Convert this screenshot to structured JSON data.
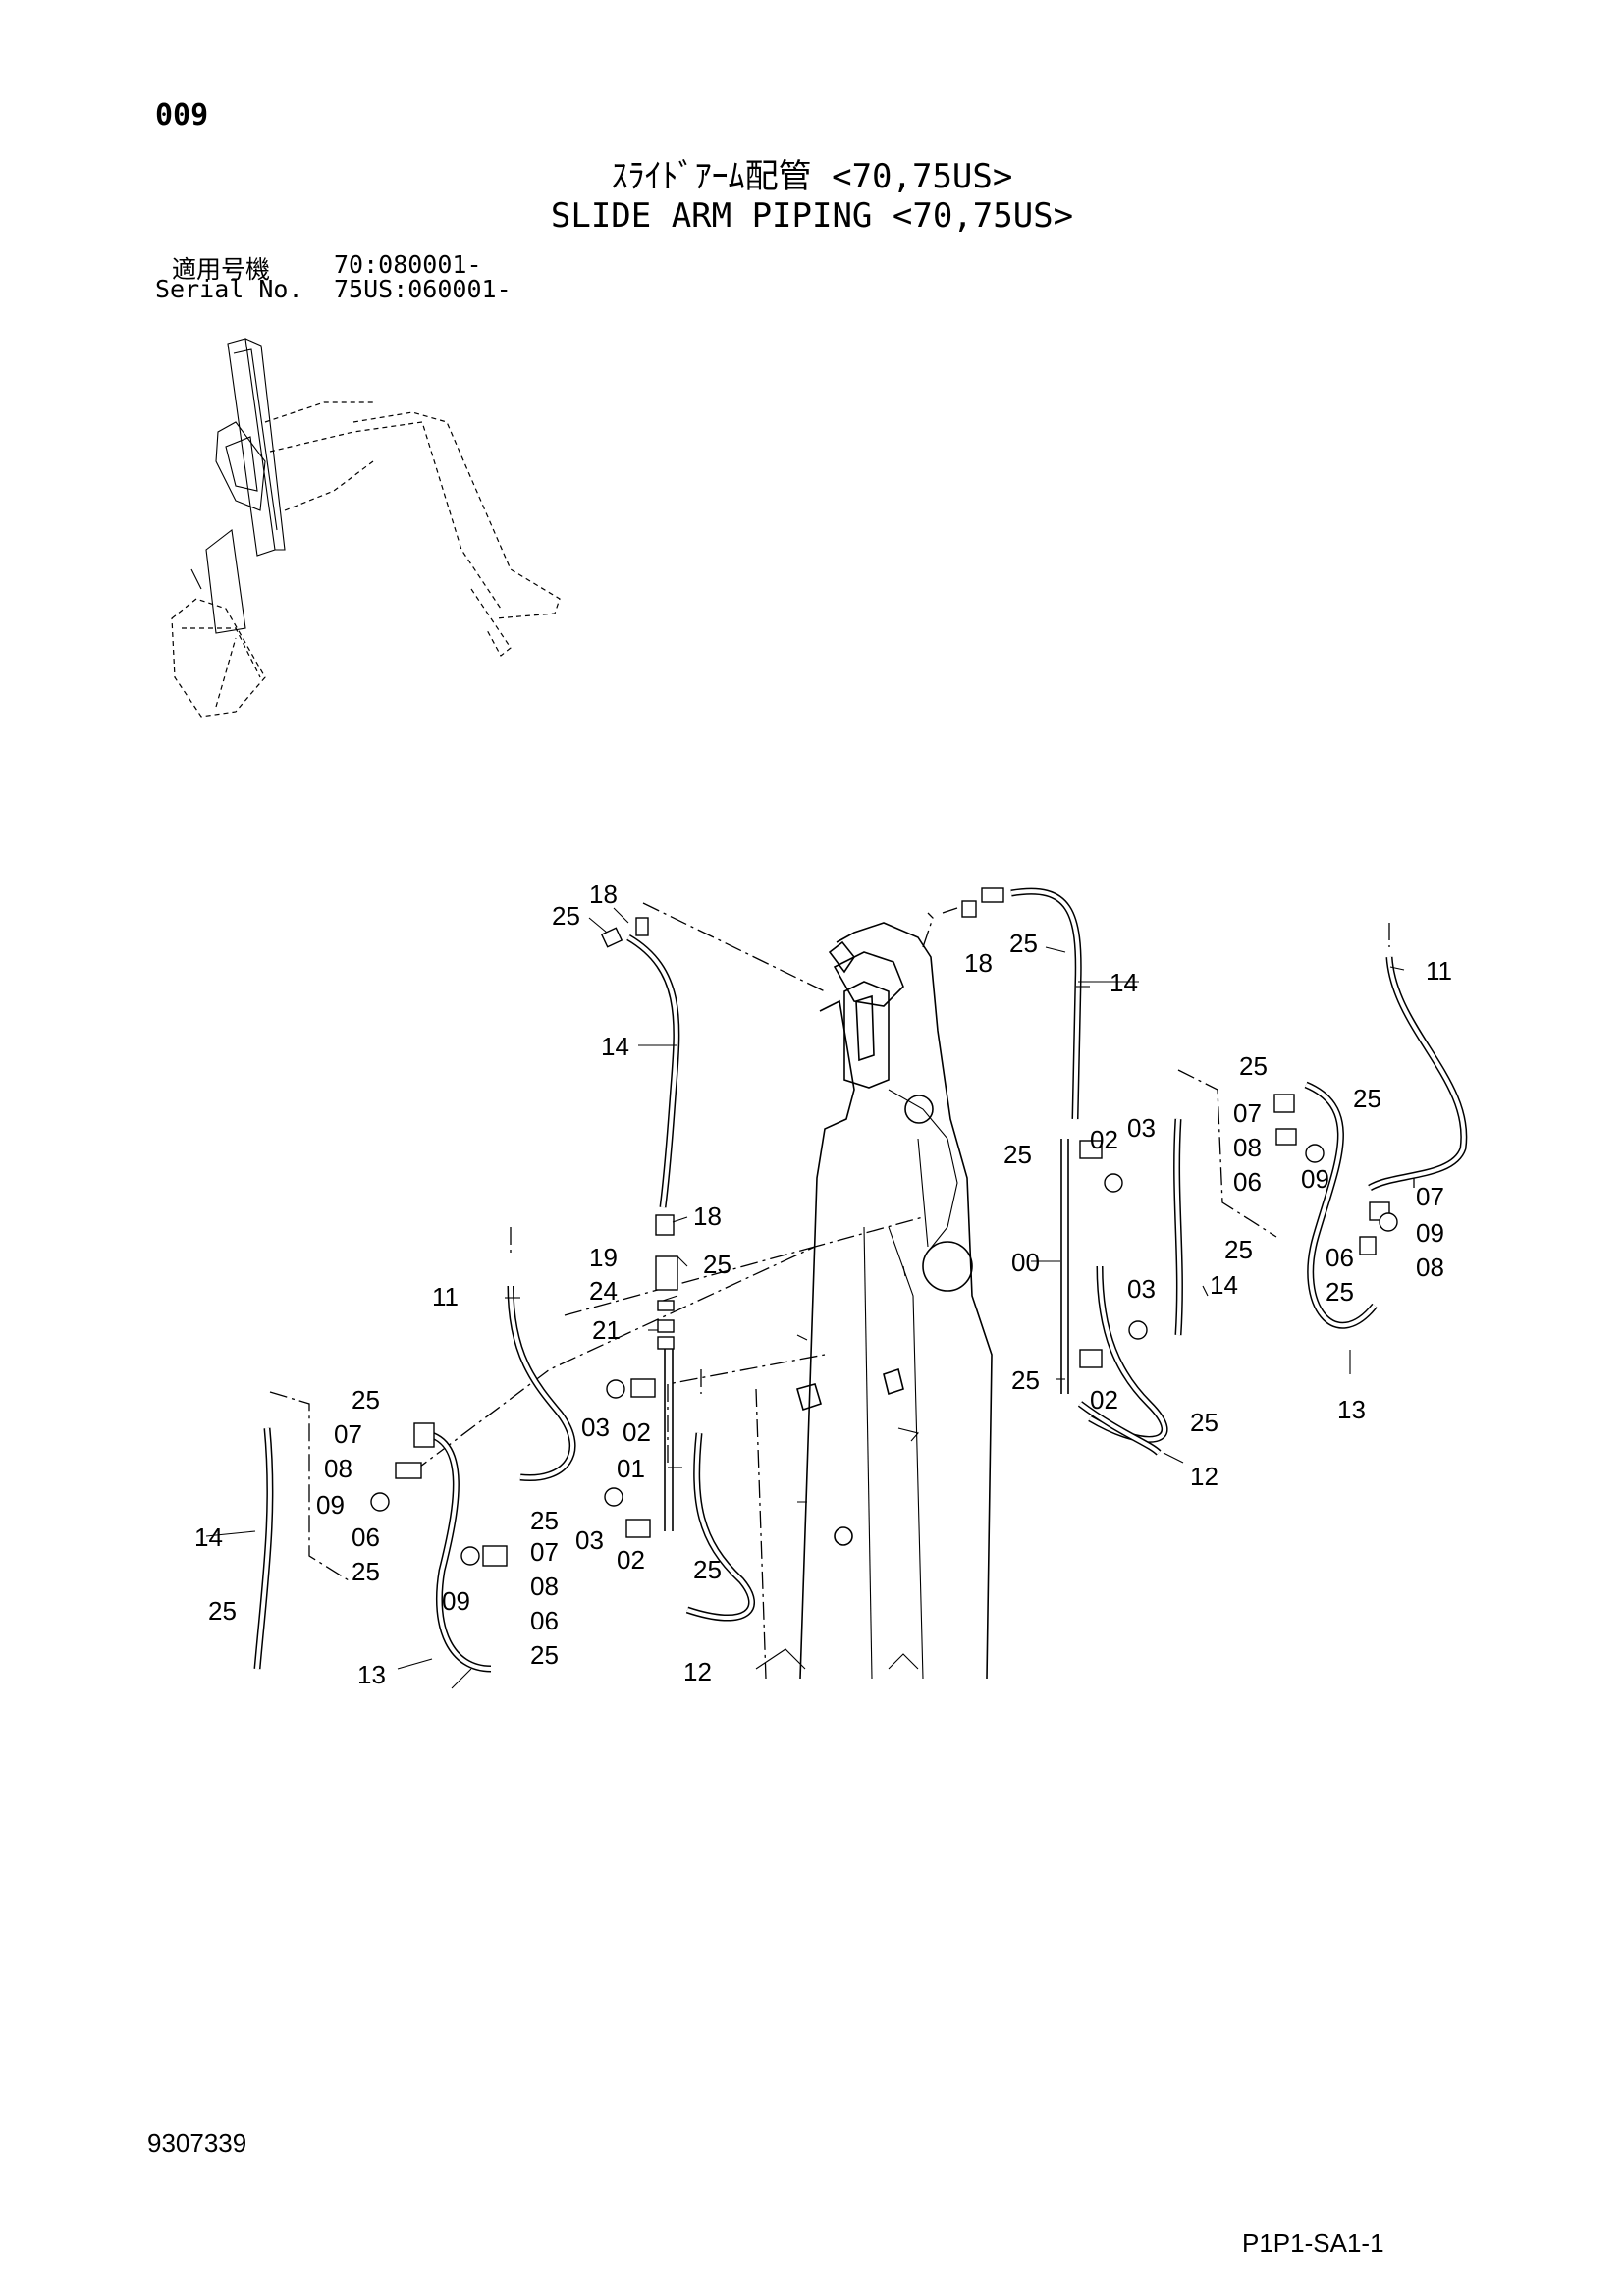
{
  "header": {
    "page_number": "009",
    "title_jp": "ｽﾗｲﾄﾞｱｰﾑ配管 <70,75US>",
    "title_en": "SLIDE ARM PIPING <70,75US>",
    "serial_jp_label": "適用号機",
    "serial_jp_value": "70:080001-",
    "serial_en_label": "Serial No.",
    "serial_en_value": "75US:060001-"
  },
  "footer": {
    "document_number": "9307339",
    "page_code": "P1P1-SA1-1"
  },
  "callouts": [
    {
      "id": "c1",
      "label": "18"
    },
    {
      "id": "c2",
      "label": "25"
    },
    {
      "id": "c3",
      "label": "14"
    },
    {
      "id": "c4",
      "label": "18"
    },
    {
      "id": "c5",
      "label": "19"
    },
    {
      "id": "c6",
      "label": "25"
    },
    {
      "id": "c7",
      "label": "24"
    },
    {
      "id": "c8",
      "label": "21"
    },
    {
      "id": "c9",
      "label": "11"
    },
    {
      "id": "c10",
      "label": "03"
    },
    {
      "id": "c11",
      "label": "02"
    },
    {
      "id": "c12",
      "label": "01"
    },
    {
      "id": "c13",
      "label": "03"
    },
    {
      "id": "c14",
      "label": "02"
    },
    {
      "id": "c15",
      "label": "25"
    },
    {
      "id": "c16",
      "label": "12"
    },
    {
      "id": "c17",
      "label": "25"
    },
    {
      "id": "c18",
      "label": "07"
    },
    {
      "id": "c19",
      "label": "08"
    },
    {
      "id": "c20",
      "label": "09"
    },
    {
      "id": "c21",
      "label": "06"
    },
    {
      "id": "c22",
      "label": "25"
    },
    {
      "id": "c23",
      "label": "14"
    },
    {
      "id": "c24",
      "label": "25"
    },
    {
      "id": "c25",
      "label": "13"
    },
    {
      "id": "c26",
      "label": "25"
    },
    {
      "id": "c27",
      "label": "07"
    },
    {
      "id": "c28",
      "label": "09"
    },
    {
      "id": "c29",
      "label": "08"
    },
    {
      "id": "c30",
      "label": "06"
    },
    {
      "id": "c31",
      "label": "25"
    },
    {
      "id": "c32",
      "label": "18"
    },
    {
      "id": "c33",
      "label": "25"
    },
    {
      "id": "c34",
      "label": "14"
    },
    {
      "id": "c35",
      "label": "25"
    },
    {
      "id": "c36",
      "label": "02"
    },
    {
      "id": "c37",
      "label": "03"
    },
    {
      "id": "c38",
      "label": "00"
    },
    {
      "id": "c39",
      "label": "03"
    },
    {
      "id": "c40",
      "label": "25"
    },
    {
      "id": "c41",
      "label": "02"
    },
    {
      "id": "c42",
      "label": "25"
    },
    {
      "id": "c43",
      "label": "12"
    },
    {
      "id": "c44",
      "label": "14"
    },
    {
      "id": "c45",
      "label": "25"
    },
    {
      "id": "c46",
      "label": "07"
    },
    {
      "id": "c47",
      "label": "08"
    },
    {
      "id": "c48",
      "label": "06"
    },
    {
      "id": "c49",
      "label": "09"
    },
    {
      "id": "c50",
      "label": "25"
    },
    {
      "id": "c51",
      "label": "25"
    },
    {
      "id": "c52",
      "label": "07"
    },
    {
      "id": "c53",
      "label": "09"
    },
    {
      "id": "c54",
      "label": "06"
    },
    {
      "id": "c55",
      "label": "08"
    },
    {
      "id": "c56",
      "label": "25"
    },
    {
      "id": "c57",
      "label": "13"
    },
    {
      "id": "c58",
      "label": "11"
    }
  ]
}
